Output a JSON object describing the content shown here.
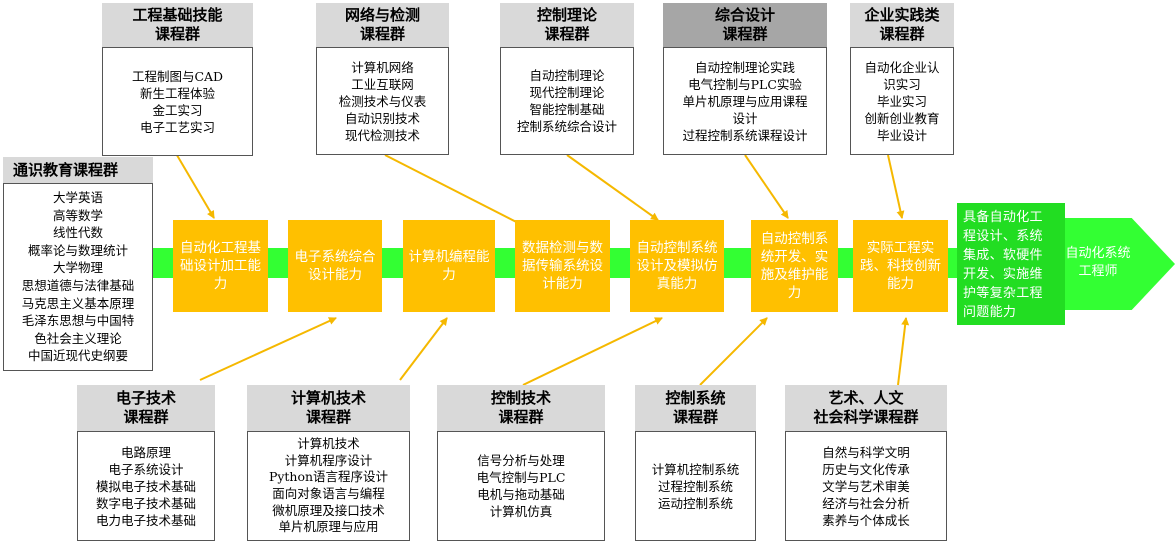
{
  "top_groups": [
    {
      "title": [
        "工程基础技能",
        "课程群"
      ],
      "items": [
        "工程制图与CAD",
        "新生工程体验",
        "金工实习",
        "电子工艺实习"
      ]
    },
    {
      "title": [
        "网络与检测",
        "课程群"
      ],
      "items": [
        "计算机网络",
        "工业互联网",
        "检测技术与仪表",
        "自动识别技术",
        "现代检测技术"
      ]
    },
    {
      "title": [
        "控制理论",
        "课程群"
      ],
      "items": [
        "自动控制理论",
        "现代控制理论",
        "智能控制基础",
        "控制系统综合设计"
      ]
    },
    {
      "title": [
        "综合设计",
        "课程群"
      ],
      "items": [
        "自动控制理论实践",
        "电气控制与PLC实验",
        "单片机原理与应用课程",
        "设计",
        "过程控制系统课程设计"
      ]
    },
    {
      "title": [
        "企业实践类",
        "课程群"
      ],
      "items": [
        "自动化企业认",
        "识实习",
        "毕业实习",
        "创新创业教育",
        "毕业设计"
      ]
    }
  ],
  "general_group": {
    "title": "通识教育课程群",
    "items": [
      "大学英语",
      "高等数学",
      "线性代数",
      "概率论与数理统计",
      "大学物理",
      "思想道德与法律基础",
      "马克思主义基本原理",
      "毛泽东思想与中国特",
      "色社会主义理论",
      "中国近现代史纲要"
    ]
  },
  "bottom_groups": [
    {
      "title": [
        "电子技术",
        "课程群"
      ],
      "items": [
        "电路原理",
        "电子系统设计",
        "模拟电子技术基础",
        "数字电子技术基础",
        "电力电子技术基础"
      ]
    },
    {
      "title": [
        "计算机技术",
        "课程群"
      ],
      "items": [
        "计算机技术",
        "计算机程序设计",
        "Python语言程序设计",
        "面向对象语言与编程",
        "微机原理及接口技术",
        "单片机原理与应用"
      ]
    },
    {
      "title": [
        "控制技术",
        "课程群"
      ],
      "items": [
        "信号分析与处理",
        "电气控制与PLC",
        "电机与拖动基础",
        "计算机仿真"
      ]
    },
    {
      "title": [
        "控制系统",
        "课程群"
      ],
      "items": [
        "计算机控制系统",
        "过程控制系统",
        "运动控制系统"
      ]
    },
    {
      "title": [
        "艺术、人文",
        "社会科学课程群"
      ],
      "items": [
        "自然与科学文明",
        "历史与文化传承",
        "文学与艺术审美",
        "经济与社会分析",
        "素养与个体成长"
      ]
    }
  ],
  "capabilities": [
    [
      "自动化工程",
      "基础设计加",
      "工能力"
    ],
    [
      "电子系统综",
      "合设计能力"
    ],
    [
      "计算机编程",
      "能力"
    ],
    [
      "数据检测与",
      "数据传输系",
      "统设计能力"
    ],
    [
      "自动控制系",
      "统设计及模",
      "拟仿真能力"
    ],
    [
      "自动控制系",
      "统开发、实",
      "施及维护能",
      "力"
    ],
    [
      "实际工程实",
      "践、科技创",
      "新能力"
    ]
  ],
  "final_capability": [
    "具备自动化工",
    "程设计、系统",
    "集成、软硬件",
    "开发、实施维",
    "护等复杂工程",
    "问题能力"
  ],
  "outcome": [
    "自动化系统",
    "工程师"
  ],
  "colors": {
    "capability_fill": "#ffc000",
    "spine": "#33ff33",
    "final_fill": "#22dd22",
    "header_fill": "#d9d9d9",
    "header_dark_fill": "#a6a6a6",
    "arrow": "#f5b800"
  }
}
